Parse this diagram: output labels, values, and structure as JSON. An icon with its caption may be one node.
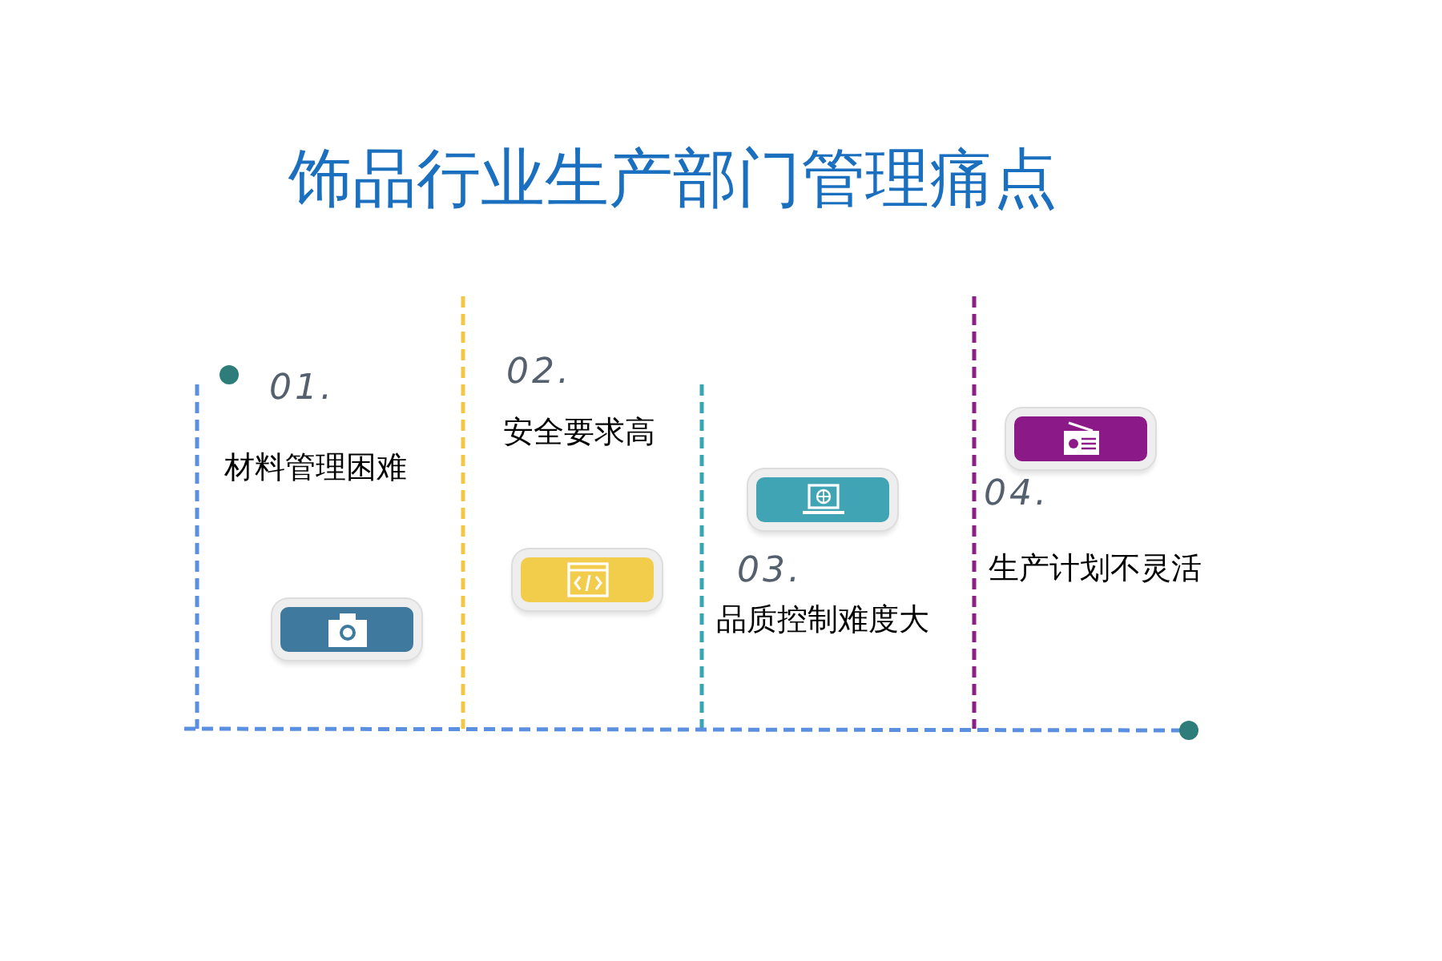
{
  "diagram": {
    "title": "饰品行业生产部门管理痛点",
    "labels": [
      "01.",
      "材料管理困难",
      "02.",
      "安全要求高",
      "03.",
      "品质控制难度大",
      "04.",
      "生产计划不灵活"
    ]
  }
}
